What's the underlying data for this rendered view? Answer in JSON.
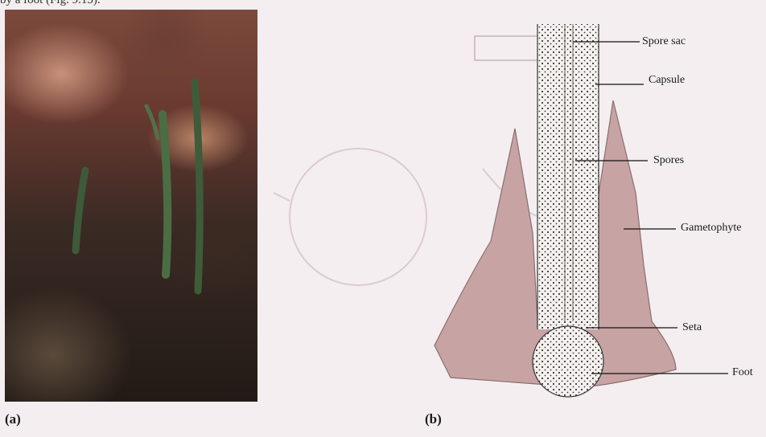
{
  "top_caption": "by a foot (Fig. 9.15).",
  "panel_a_label": "(a)",
  "panel_b_label": "(b)",
  "diagram_labels": {
    "spore_sac": "Spore sac",
    "capsule": "Capsule",
    "spores": "Spores",
    "gametophyte": "Gametophyte",
    "seta": "Seta",
    "foot": "Foot"
  },
  "colors": {
    "page_background": "#f4eef0",
    "gametophyte_fill": "#c7a3a4",
    "sporophyte_fill": "#f5f1ee",
    "stipple": "#3a3a3a"
  }
}
